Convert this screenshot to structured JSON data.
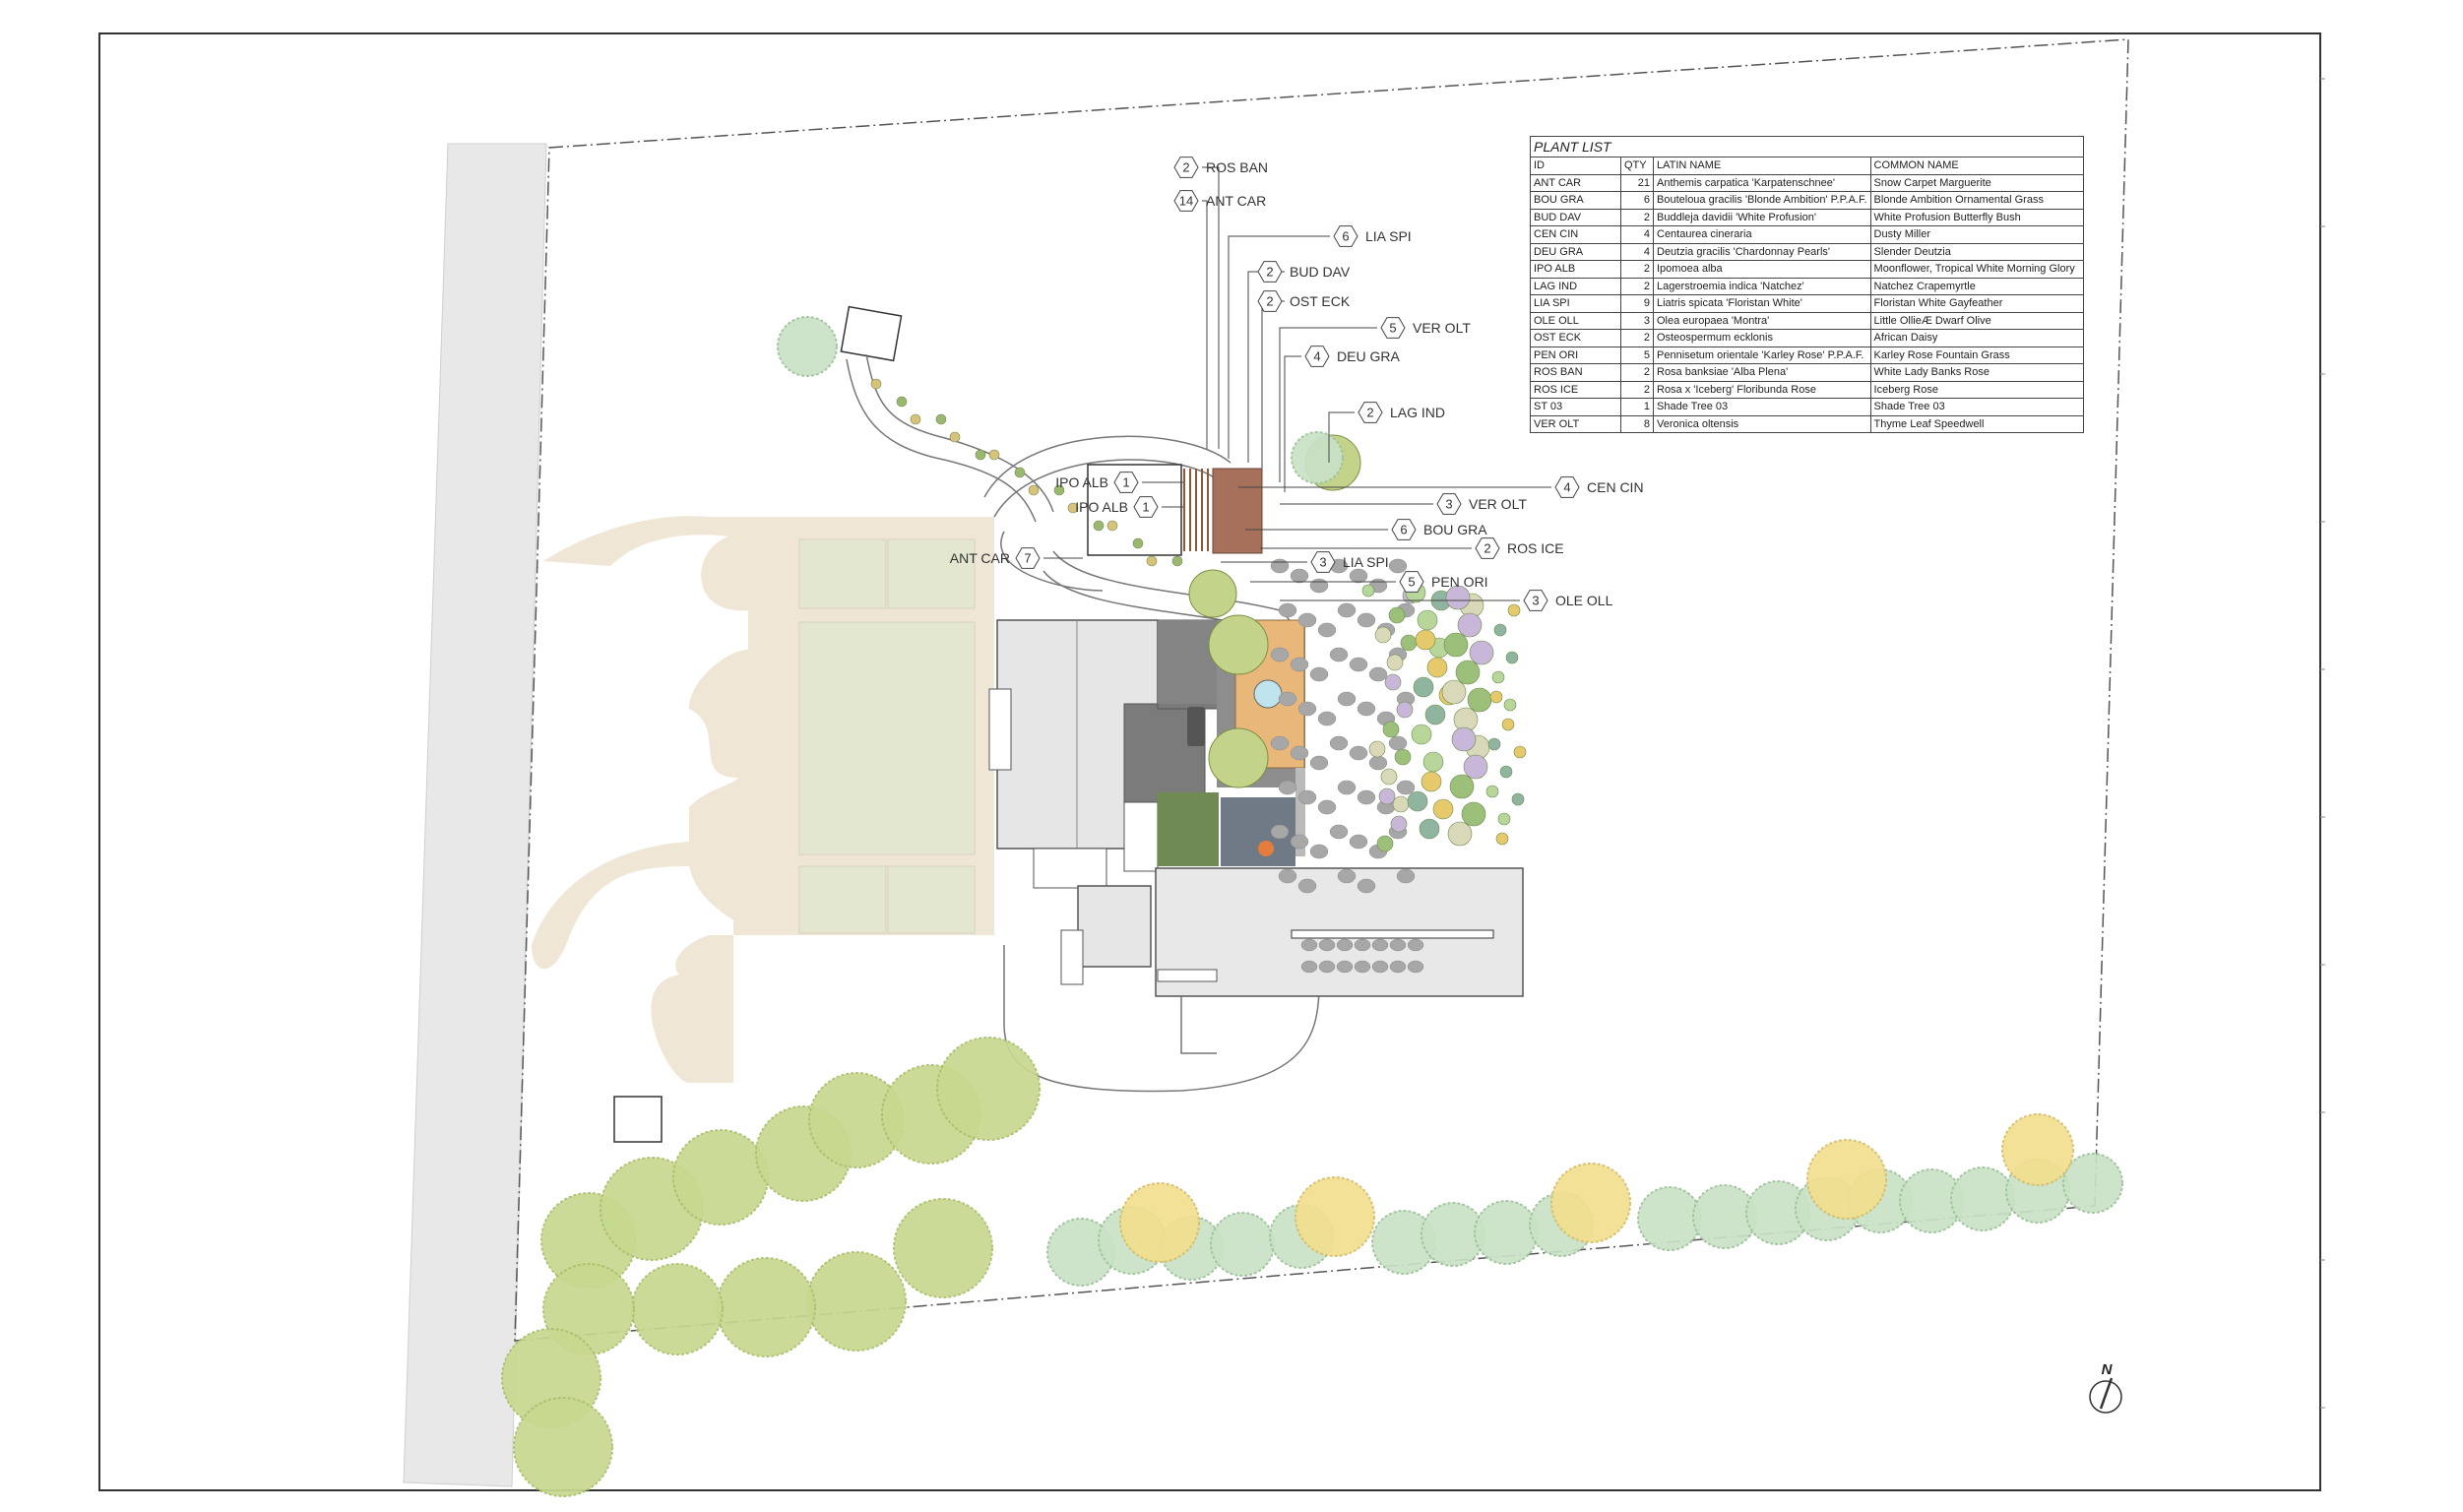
{
  "plant_list": {
    "title": "PLANT LIST",
    "headers": [
      "ID",
      "QTY",
      "LATIN NAME",
      "COMMON NAME"
    ],
    "rows": [
      {
        "id": "ANT CAR",
        "qty": "21",
        "latin": "Anthemis carpatica 'Karpatenschnee'",
        "common": "Snow Carpet Marguerite"
      },
      {
        "id": "BOU GRA",
        "qty": "6",
        "latin": "Bouteloua gracilis 'Blonde Ambition' P.P.A.F.",
        "common": "Blonde Ambition Ornamental Grass"
      },
      {
        "id": "BUD DAV",
        "qty": "2",
        "latin": "Buddleja davidii 'White Profusion'",
        "common": "White Profusion Butterfly Bush"
      },
      {
        "id": "CEN CIN",
        "qty": "4",
        "latin": "Centaurea cineraria",
        "common": "Dusty Miller"
      },
      {
        "id": "DEU GRA",
        "qty": "4",
        "latin": "Deutzia gracilis 'Chardonnay Pearls'",
        "common": "Slender Deutzia"
      },
      {
        "id": "IPO ALB",
        "qty": "2",
        "latin": "Ipomoea alba",
        "common": "Moonflower, Tropical White Morning Glory"
      },
      {
        "id": "LAG IND",
        "qty": "2",
        "latin": "Lagerstroemia indica 'Natchez'",
        "common": "Natchez Crapemyrtle"
      },
      {
        "id": "LIA SPI",
        "qty": "9",
        "latin": "Liatris spicata 'Floristan White'",
        "common": "Floristan White Gayfeather"
      },
      {
        "id": "OLE OLL",
        "qty": "3",
        "latin": "Olea europaea 'Montra'",
        "common": "Little OllieÆ Dwarf Olive"
      },
      {
        "id": "OST ECK",
        "qty": "2",
        "latin": "Osteospermum ecklonis",
        "common": "African Daisy"
      },
      {
        "id": "PEN ORI",
        "qty": "5",
        "latin": "Pennisetum orientale 'Karley Rose' P.P.A.F.",
        "common": "Karley Rose Fountain Grass"
      },
      {
        "id": "ROS BAN",
        "qty": "2",
        "latin": "Rosa banksiae 'Alba Plena'",
        "common": "White Lady Banks Rose"
      },
      {
        "id": "ROS ICE",
        "qty": "2",
        "latin": "Rosa x 'Iceberg' Floribunda Rose",
        "common": "Iceberg Rose"
      },
      {
        "id": "ST 03",
        "qty": "1",
        "latin": "Shade  Tree 03",
        "common": "Shade  Tree 03"
      },
      {
        "id": "VER OLT",
        "qty": "8",
        "latin": "Veronica oltensis",
        "common": "Thyme Leaf Speedwell"
      }
    ]
  },
  "callouts": [
    {
      "qty": "2",
      "label": "ROS BAN"
    },
    {
      "qty": "14",
      "label": "ANT CAR"
    },
    {
      "qty": "6",
      "label": "LIA SPI"
    },
    {
      "qty": "2",
      "label": "BUD DAV"
    },
    {
      "qty": "2",
      "label": "OST ECK"
    },
    {
      "qty": "5",
      "label": "VER OLT"
    },
    {
      "qty": "4",
      "label": "DEU GRA"
    },
    {
      "qty": "2",
      "label": "LAG IND"
    },
    {
      "qty": "4",
      "label": "CEN CIN"
    },
    {
      "qty": "3",
      "label": "VER OLT"
    },
    {
      "qty": "6",
      "label": "BOU GRA"
    },
    {
      "qty": "2",
      "label": "ROS ICE"
    },
    {
      "qty": "3",
      "label": "LIA SPI"
    },
    {
      "qty": "5",
      "label": "PEN ORI"
    },
    {
      "qty": "3",
      "label": "OLE OLL"
    },
    {
      "qty": "1",
      "label": "IPO ALB"
    },
    {
      "qty": "1",
      "label": "IPO ALB"
    },
    {
      "qty": "7",
      "label": "ANT CAR"
    }
  ],
  "north_arrow": "N",
  "colors": {
    "frame": "#333333",
    "property_line": "#555555",
    "lawn_path": "#efe6d6",
    "lawn_beds": "#e3e7cf",
    "trees_green": "#c7d98f",
    "trees_blue_green": "#c9e2c6",
    "trees_yellow": "#f1df8f",
    "roof": "#e6e6e6",
    "patio": "#7f7f7f",
    "gravel": "#9a9a9a"
  }
}
